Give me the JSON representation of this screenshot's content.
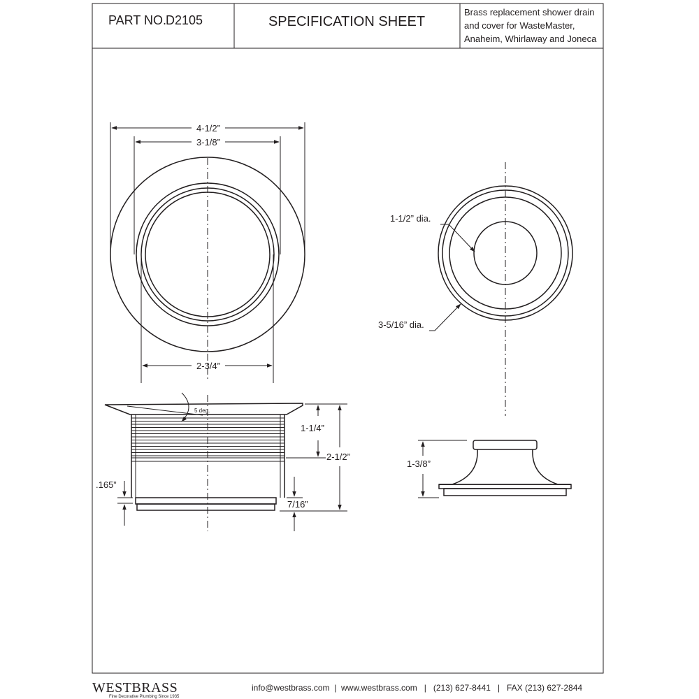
{
  "header": {
    "part_label": "PART NO.",
    "part_number": "D2105",
    "sheet_title": "SPECIFICATION SHEET",
    "description_lines": [
      "Brass replacement shower drain",
      "and cover for WasteMaster,",
      "Anaheim, Whirlaway and Joneca"
    ]
  },
  "dimensions": {
    "flange_outer_width": "4-1/2”",
    "flange_inner_width": "3-1/8”",
    "body_width": "2-3/4”",
    "cover_hole_dia": "1-1/2” dia.",
    "cover_outer_dia": "3-5/16” dia.",
    "flange_angle": "5 deg.",
    "thread_height": "1-1/4”",
    "total_height": "2-1/2”",
    "lip_thickness": ".165”",
    "bottom_ring_height": "7/16”",
    "cover_height": "1-3/8”"
  },
  "footer": {
    "brand": "WESTBRASS",
    "tagline": "Fine Decorative Plumbing Since 1935",
    "contact": "info@westbrass.com  |  www.westbrass.com   |   (213) 627-8441   |   FAX (213) 627-2844"
  }
}
